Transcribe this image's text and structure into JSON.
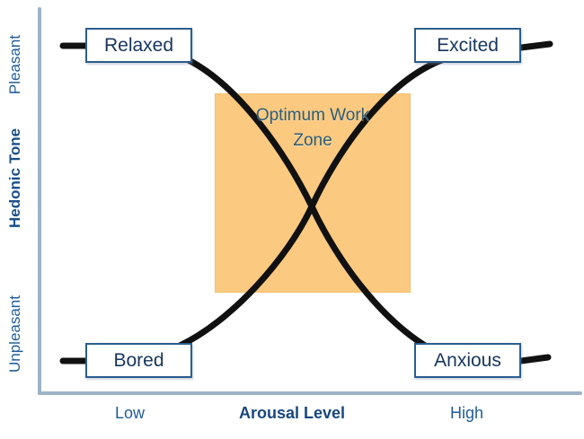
{
  "chart_data": {
    "type": "diagram",
    "title": "",
    "xlabel": "Arousal Level",
    "ylabel": "Hedonic Tone",
    "x_ticks": [
      "Low",
      "High"
    ],
    "y_ticks": [
      "Unpleasant",
      "Pleasant"
    ],
    "grid": false,
    "legend": "none",
    "annotations": [
      "Optimum Work Zone"
    ],
    "series": [
      {
        "name": "relaxed-to-anxious",
        "description": "Descending curve from Pleasant/Low to Unpleasant/High",
        "endpoints": [
          "Relaxed",
          "Anxious"
        ]
      },
      {
        "name": "bored-to-excited",
        "description": "Ascending curve from Unpleasant/Low to Pleasant/High",
        "endpoints": [
          "Bored",
          "Excited"
        ]
      }
    ],
    "nodes": [
      {
        "label": "Relaxed",
        "quadrant": "top-left"
      },
      {
        "label": "Excited",
        "quadrant": "top-right"
      },
      {
        "label": "Bored",
        "quadrant": "bottom-left"
      },
      {
        "label": "Anxious",
        "quadrant": "bottom-right"
      }
    ]
  },
  "axes": {
    "y": {
      "top_label": "Pleasant",
      "title": "Hedonic Tone",
      "bottom_label": "Unpleasant"
    },
    "x": {
      "left_label": "Low",
      "title": "Arousal Level",
      "right_label": "High"
    }
  },
  "zone": {
    "line1": "Optimum Work",
    "line2": "Zone"
  },
  "nodes": {
    "relaxed": "Relaxed",
    "excited": "Excited",
    "bored": "Bored",
    "anxious": "Anxious"
  },
  "colors": {
    "zone_fill": "#fbc97f",
    "axis": "#9db3c6",
    "label_blue": "#1f5c99",
    "title_blue": "#17477f",
    "box_border": "#2a5e8e",
    "box_text": "#17355e",
    "curve": "#111111",
    "zone_text": "#2d5c77"
  }
}
